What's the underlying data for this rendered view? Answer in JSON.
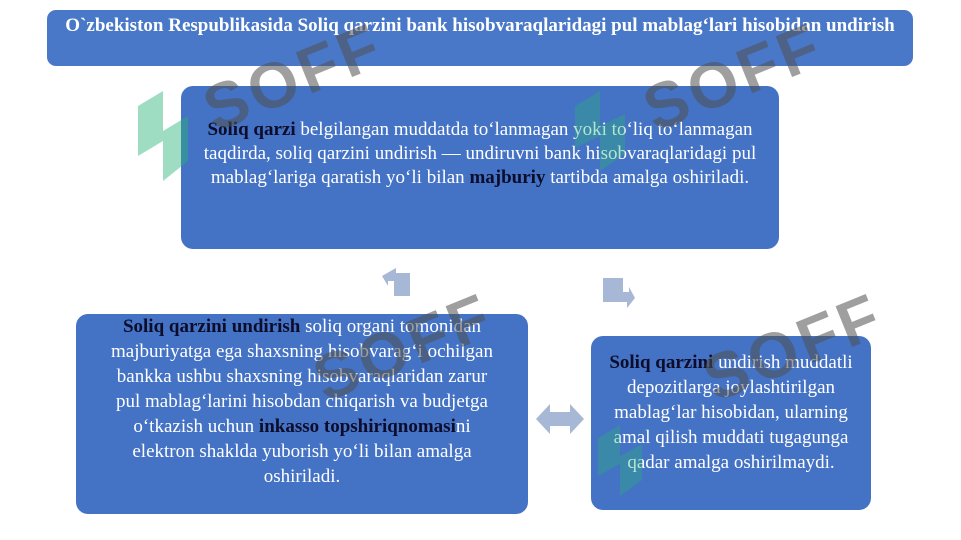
{
  "title": "O`zbekiston Respublikasida Soliq qarzini bank hisobvaraqlaridagi pul mablag‘lari hisobidan undirish",
  "top_box": {
    "lead": "Soliq qarzi",
    "part1": " belgilangan muddatda to‘lanmagan yoki to‘liq to‘lanmagan taqdirda, soliq qarzini undirish — undiruvni bank hisobvaraqlaridagi pul mablag‘lariga qaratish yo‘li bilan ",
    "emph": "majburiy",
    "part2": " tartibda amalga oshiriladi."
  },
  "left_box": {
    "lead": "Soliq qarzini undirish",
    "part1": " soliq organi tomonidan majburiyatga ega shaxsning hisobvarag‘i ochilgan bankka ushbu shaxsning hisobvaraqlaridan zarur pul mablag‘larini hisobdan chiqarish va budjetga o‘tkazish uchun ",
    "emph": "inkasso topshiriqnomasi",
    "part2": "ni elektron shaklda yuborish yo‘li bilan amalga oshiriladi."
  },
  "right_box": {
    "lead": "Soliq qarzini",
    "part1": " undirish muddatli depozitlarga joylashtirilgan mablag‘lar hisobidan, ularning amal qilish muddati tugagunga qadar amalga oshirilmaydi."
  },
  "colors": {
    "box": "#4472c4",
    "highlight_text": "#0d0d2b",
    "arrow": "#a7b7d6"
  },
  "watermark": "SOFF"
}
